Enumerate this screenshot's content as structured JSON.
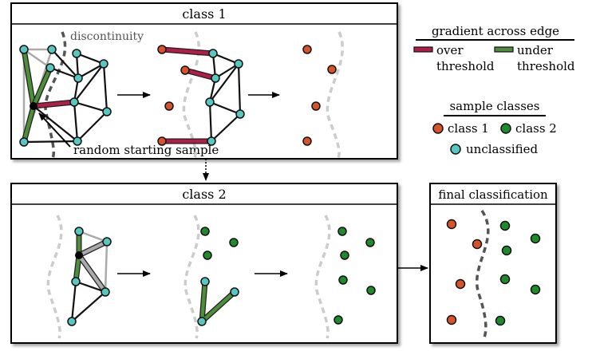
{
  "panels": {
    "class1_title": "class 1",
    "class2_title": "class 2",
    "final_title": "final classification"
  },
  "labels": {
    "discontinuity": "discontinuity",
    "random_start": "random starting sample"
  },
  "legend": {
    "gradient_title": "gradient across edge",
    "over_line1": "over",
    "over_line2": "threshold",
    "under_line1": "under",
    "under_line2": "threshold",
    "samples_title": "sample classes",
    "class1": "class 1",
    "class2": "class 2",
    "unclassified": "unclassified"
  },
  "colors": {
    "class1": "#d8532b",
    "class2": "#1f8a2c",
    "unclassified": "#57c8c0",
    "over_threshold": "#b01e48",
    "under_threshold": "#4e8e3a",
    "discontinuity_dark": "#555555",
    "discontinuity_light": "#cccccc"
  }
}
